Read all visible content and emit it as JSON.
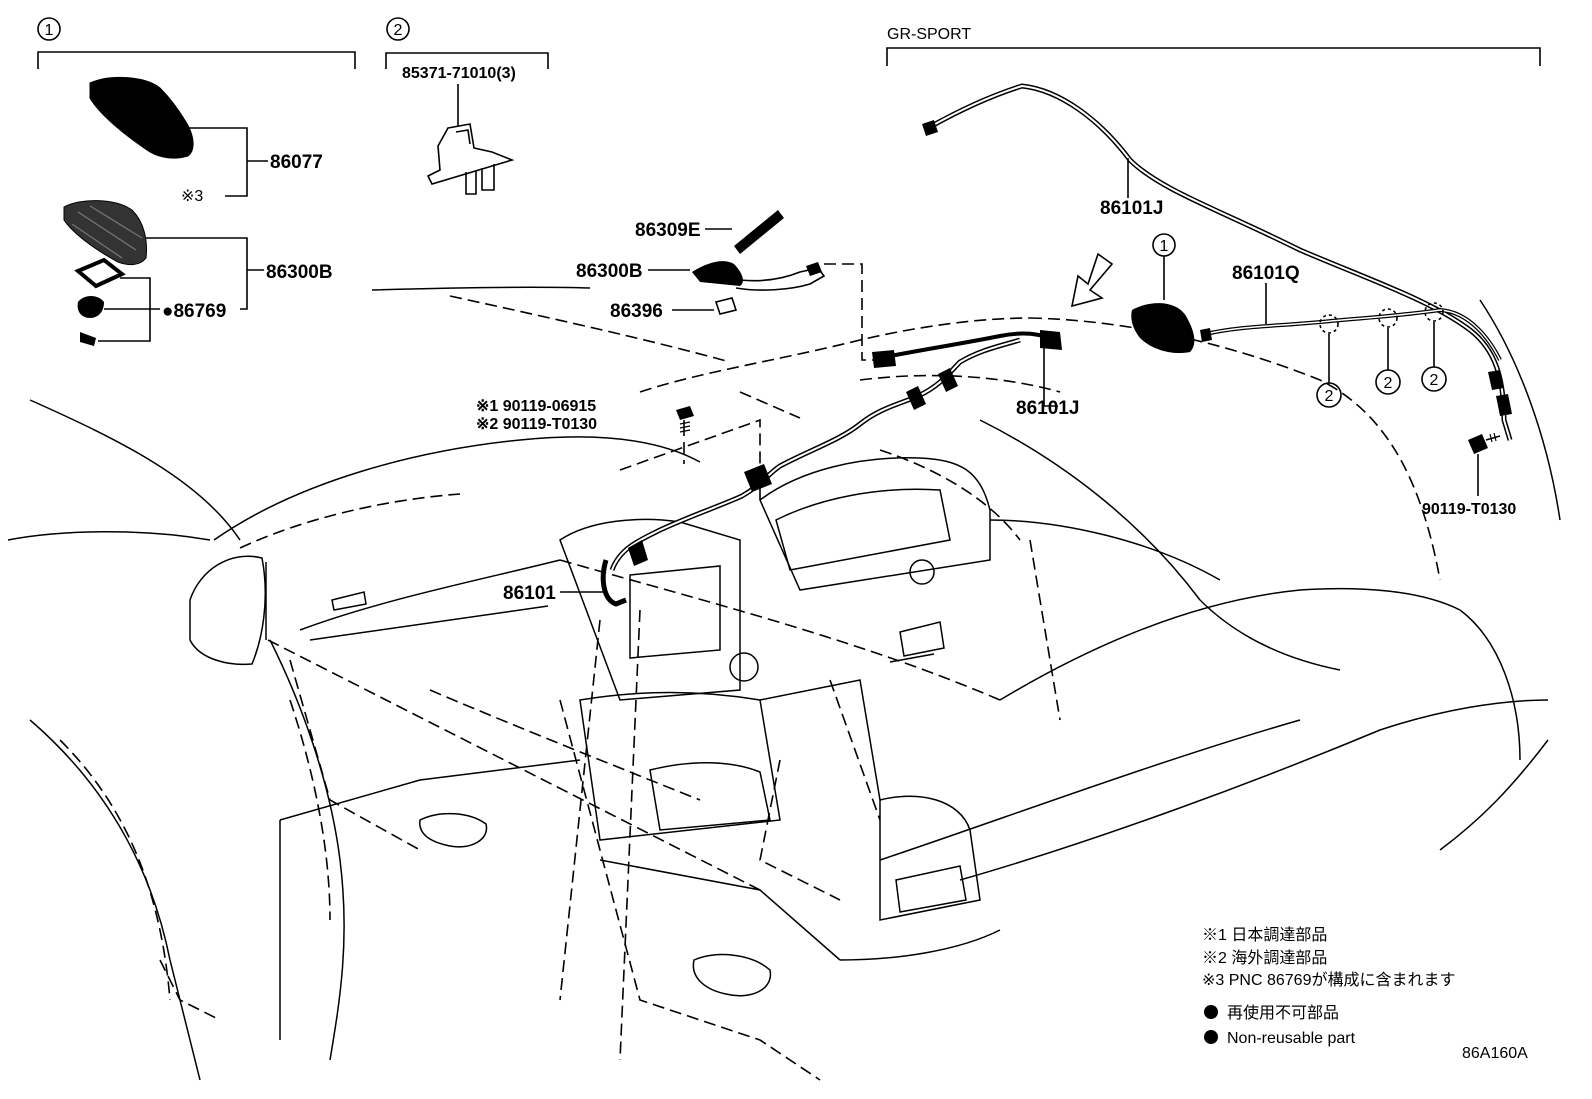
{
  "groups": {
    "g1_marker": "1",
    "g2_marker": "2",
    "g2_part": "85371-71010(3)",
    "gr_sport_label": "GR-SPORT"
  },
  "callouts": {
    "p86077": "86077",
    "note3_ref": "※3",
    "p86300b_left": "86300B",
    "p86769": "●86769",
    "p86309e": "86309E",
    "p86300b_mid": "86300B",
    "p86396": "86396",
    "bolt_ref1": "※1 90119-06915",
    "bolt_ref2": "※2 90119-T0130",
    "p86101": "86101",
    "p86101j_upper": "86101J",
    "p86101j_lower": "86101J",
    "p86101q": "86101Q",
    "p90119_t0130": "90119-T0130",
    "marker1_gr": "1",
    "clip_markers": [
      "2",
      "2",
      "2"
    ]
  },
  "legend": {
    "note1": "※1 日本調達部品",
    "note2": "※2 海外調達部品",
    "note3": "※3 PNC 86769が構成に含まれます",
    "nonreuse_jp": "再使用不可部品",
    "nonreuse_en": "Non-reusable part"
  },
  "diagram_id": "86A160A"
}
